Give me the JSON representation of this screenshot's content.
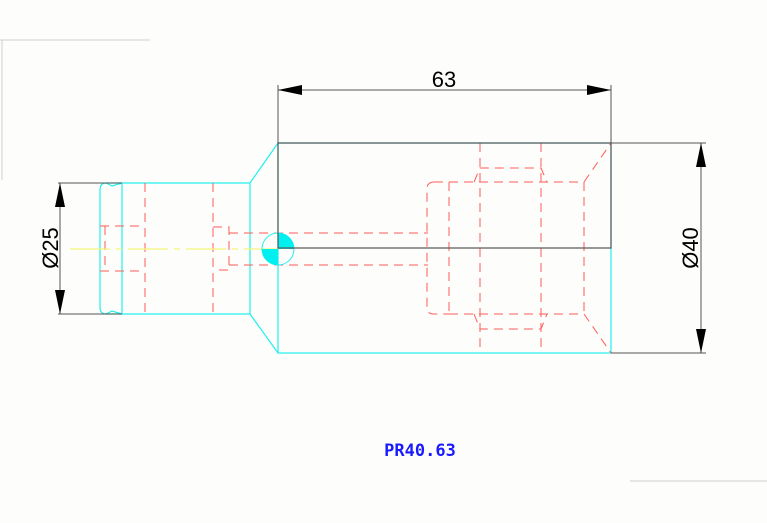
{
  "drawing": {
    "dimensions": {
      "length": "63",
      "large_diameter": "Ø40",
      "small_diameter": "Ø25"
    },
    "part_label": "PR40.63",
    "colors": {
      "outline": "#00ffff",
      "hidden": "#ff4d4d",
      "centerline": "#ffff66",
      "dimension": "#000000",
      "label": "#1a1aff",
      "background": "#fdfefb"
    }
  }
}
